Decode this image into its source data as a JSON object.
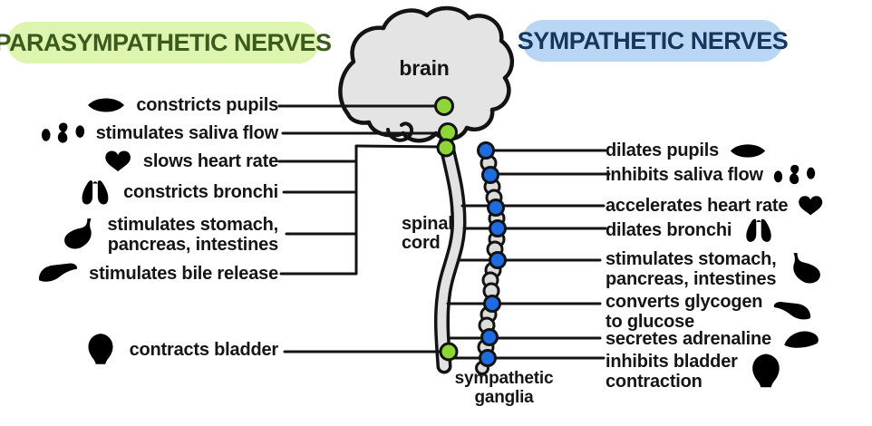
{
  "headers": {
    "parasympathetic": "PARASYMPATHETIC NERVES",
    "sympathetic": "SYMPATHETIC NERVES"
  },
  "center": {
    "brain_label": "brain",
    "spinal_cord_line1": "spinal",
    "spinal_cord_line2": "cord",
    "ganglia_line1": "sympathetic",
    "ganglia_line2": "ganglia"
  },
  "left": {
    "items": [
      {
        "icon": "eye-icon",
        "label": "constricts pupils"
      },
      {
        "icon": "salivary-glands-icon",
        "label": "stimulates saliva flow"
      },
      {
        "icon": "heart-icon",
        "label": "slows heart rate"
      },
      {
        "icon": "lungs-icon",
        "label": "constricts bronchi"
      },
      {
        "icon": "stomach-icon",
        "label": "stimulates stomach,",
        "label2": "pancreas, intestines"
      },
      {
        "icon": "liver-icon",
        "label": "stimulates bile release"
      },
      {
        "icon": "bladder-icon",
        "label": "contracts bladder"
      }
    ]
  },
  "right": {
    "items": [
      {
        "icon": "eye-icon",
        "label": "dilates pupils"
      },
      {
        "icon": "salivary-glands-icon",
        "label": "inhibits saliva flow"
      },
      {
        "icon": "heart-icon",
        "label": "accelerates heart rate"
      },
      {
        "icon": "lungs-icon",
        "label": "dilates bronchi"
      },
      {
        "icon": "stomach-icon",
        "label": "stimulates stomach,",
        "label2": "pancreas, intestines"
      },
      {
        "icon": "liver-icon",
        "label": "converts glycogen",
        "label2": "to glucose"
      },
      {
        "icon": "adrenal-gland-icon",
        "label": "secretes adrenaline"
      },
      {
        "icon": "bladder-icon",
        "label": "inhibits bladder",
        "label2": "contraction"
      }
    ]
  },
  "colors": {
    "parasym_pill_bg": "#ddf5ae",
    "parasym_pill_fg": "#3a5a1e",
    "sym_pill_bg": "#b9d7f5",
    "sym_pill_fg": "#16365c",
    "parasympathetic_node": "#8ed637",
    "sympathetic_node": "#1f6be0",
    "ganglion_grey": "#dcdcdc",
    "organ_grey": "#e4e4e4",
    "ink": "#131313"
  }
}
